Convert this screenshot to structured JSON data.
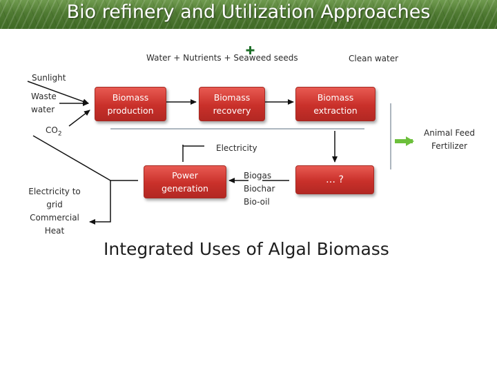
{
  "title": "Bio refinery and Utilization Approaches",
  "inputs": {
    "water_nutrients_seeds": "Water + Nutrients + Seaweed seeds",
    "clean_water": "Clean water",
    "sunlight": "Sunlight",
    "waste_water_line1": "Waste",
    "waste_water_line2": "water",
    "co2_main": "CO",
    "co2_sub": "2",
    "electricity": "Electricity",
    "animal_feed": "Animal Feed",
    "fertilizer": "Fertilizer",
    "electricity_to_grid": [
      "Electricity to",
      "grid",
      "Commercial",
      "Heat"
    ],
    "products": [
      "Biogas",
      "Biochar",
      "Bio-oil"
    ]
  },
  "boxes": {
    "biomass_production": [
      "Biomass",
      "production"
    ],
    "biomass_recovery": [
      "Biomass",
      "recovery"
    ],
    "biomass_extraction": [
      "Biomass",
      "extraction"
    ],
    "power_generation": [
      "Power",
      "generation"
    ],
    "unknown": "… ?"
  },
  "bottom_title": "Integrated Uses of Algal Biomass",
  "colors": {
    "box_fill": "#c9302a",
    "green_arrow": "#6cbf3b",
    "header_green": "#4f7a32"
  }
}
